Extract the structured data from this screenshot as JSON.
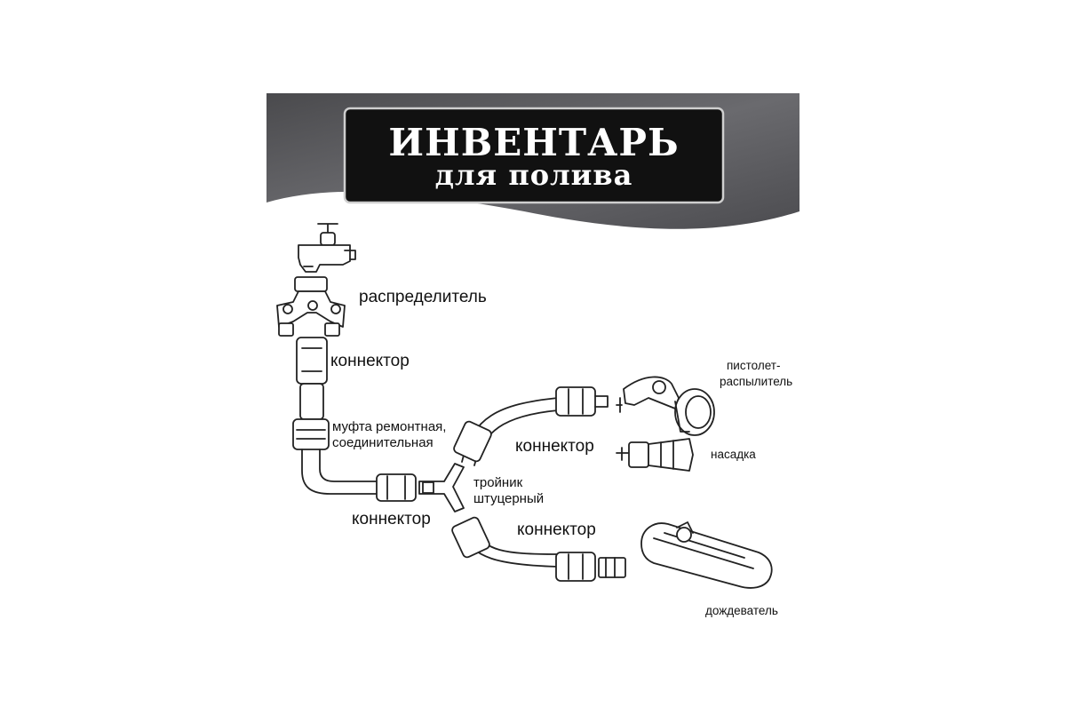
{
  "banner": {
    "title": "ИНВЕНТАРЬ",
    "subtitle": "для полива"
  },
  "labels": {
    "distributor": "распределитель",
    "connector_top": "коннектор",
    "coupling_line1": "муфта ремонтная,",
    "coupling_line2": "соединительная",
    "connector_bottom_left": "коннектор",
    "tee_line1": "тройник",
    "tee_line2": "штуцерный",
    "connector_upper_branch": "коннектор",
    "connector_lower_branch": "коннектор",
    "spray_gun_line1": "пистолет-",
    "spray_gun_line2": "распылитель",
    "nozzle": "насадка",
    "sprinkler": "дождеватель"
  },
  "colors": {
    "banner_bg": "#5b5b5e",
    "banner_plate": "#111111",
    "line": "#222222"
  }
}
